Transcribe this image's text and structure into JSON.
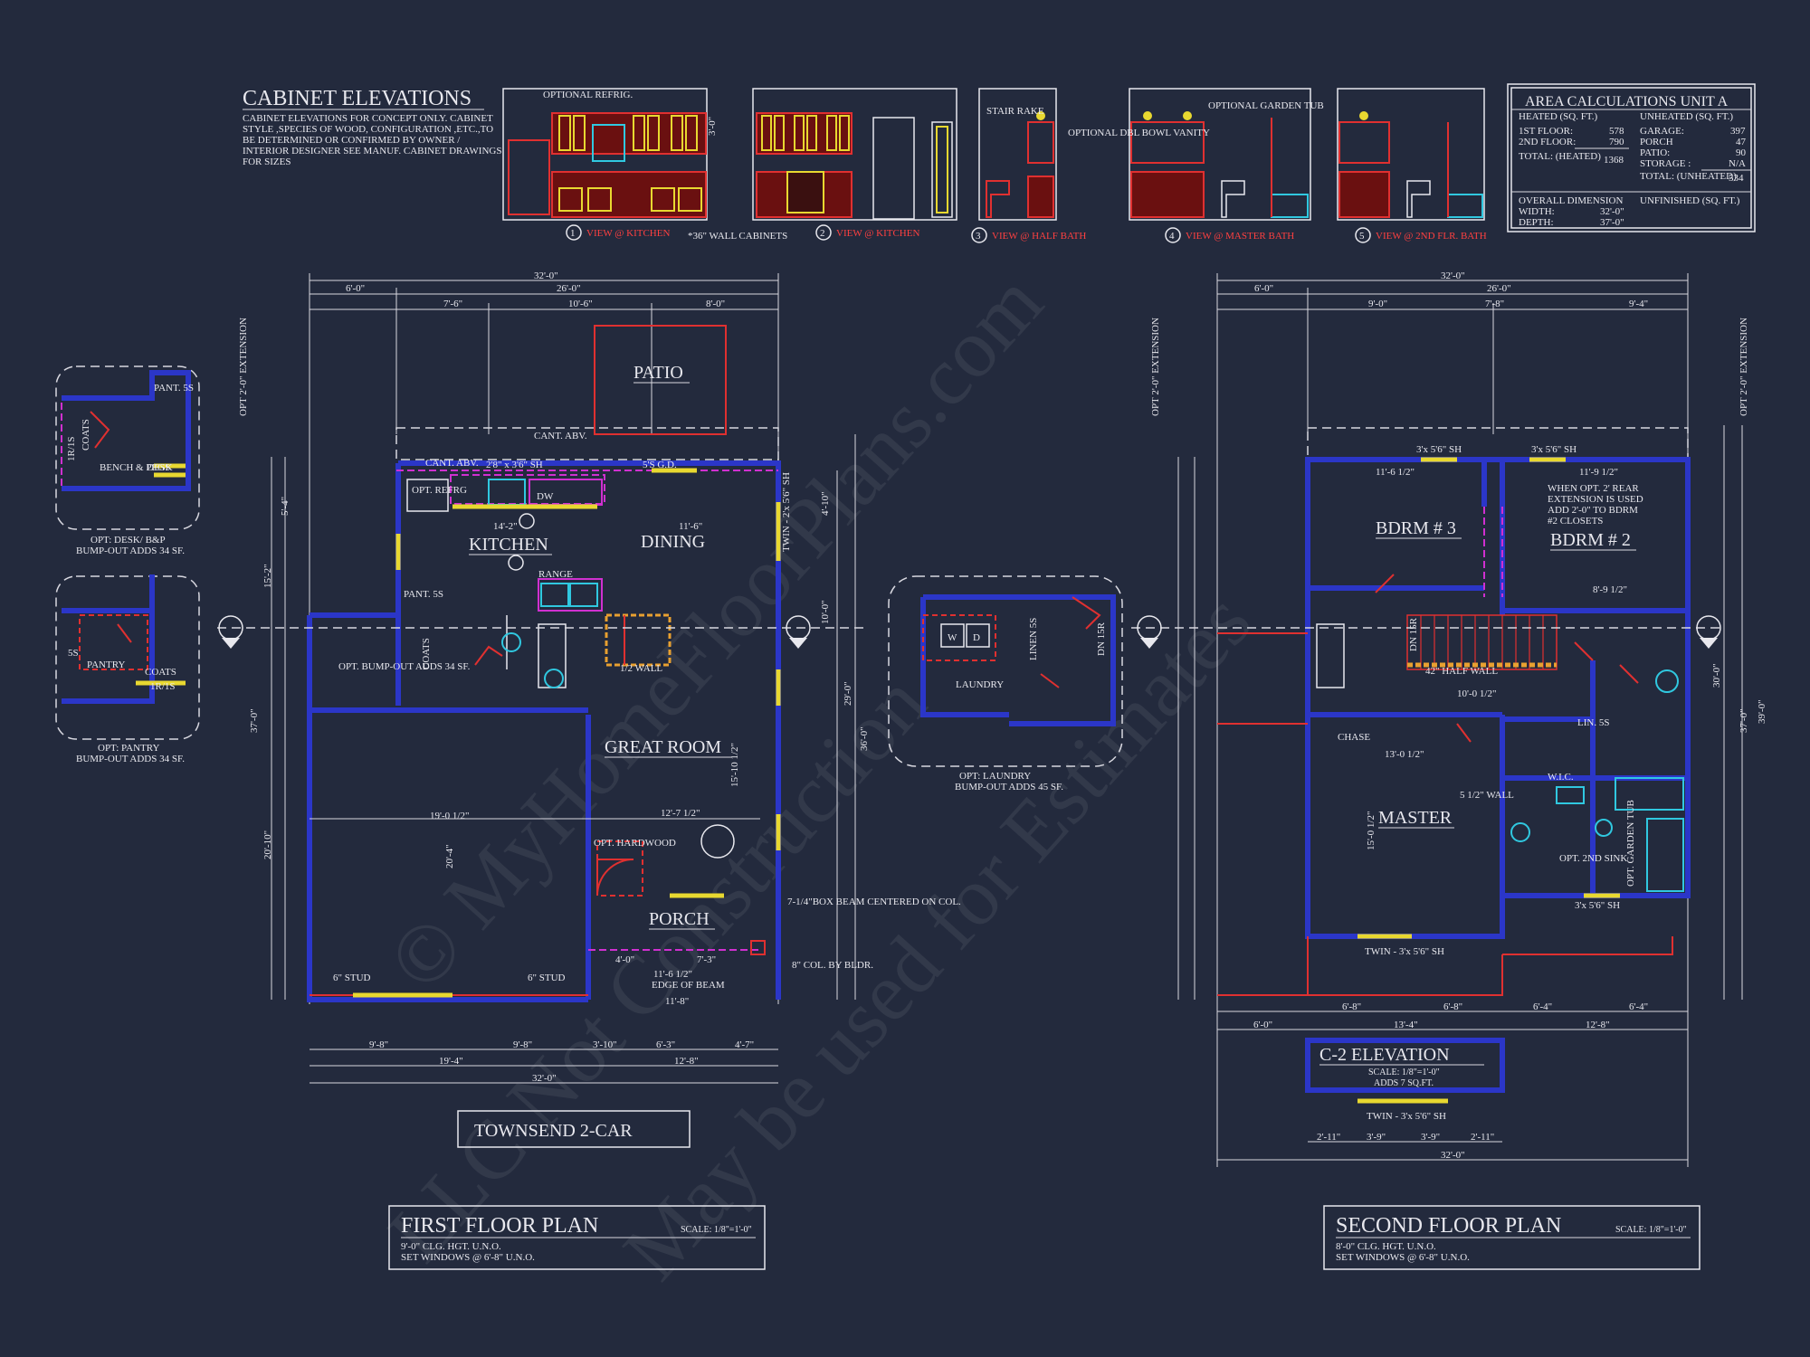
{
  "watermark": {
    "line1": "© MyHomeFloorPlans.com",
    "line2": "LLC Not Construction",
    "line3": "May be used for Estimates"
  },
  "cabinet_elevations": {
    "title": "CABINET ELEVATIONS",
    "notes": [
      "CABINET ELEVATIONS FOR CONCEPT ONLY. CABINET",
      "STYLE ,SPECIES OF WOOD, CONFIGURATION ,ETC.,TO",
      "BE DETERMINED OR CONFIRMED BY OWNER /",
      "INTERIOR DESIGNER SEE MANUF. CABINET DRAWINGS",
      "FOR SIZES"
    ],
    "optional_refrig": "OPTIONAL REFRIG.",
    "wall_cabinets_note": "*36\" WALL CABINETS",
    "stair_rake": "STAIR RAKE",
    "optional_vanity": "OPTIONAL DBL BOWL VANITY",
    "optional_tub": "OPTIONAL GARDEN TUB",
    "views": [
      {
        "num": "1",
        "label": "VIEW @ KITCHEN"
      },
      {
        "num": "2",
        "label": "VIEW @ KITCHEN"
      },
      {
        "num": "3",
        "label": "VIEW @ HALF BATH"
      },
      {
        "num": "4",
        "label": "VIEW @ MASTER BATH"
      },
      {
        "num": "5",
        "label": "VIEW @ 2ND FLR. BATH"
      }
    ]
  },
  "area_calc": {
    "title": "AREA CALCULATIONS UNIT A",
    "heated_head": "HEATED (SQ. FT.)",
    "unheated_head": "UNHEATED (SQ. FT.)",
    "heated_rows": [
      {
        "label": "1ST FLOOR:",
        "value": "578"
      },
      {
        "label": "2ND FLOOR:",
        "value": "790"
      },
      {
        "label": "TOTAL: (HEATED)",
        "value": "1368"
      }
    ],
    "unheated_rows": [
      {
        "label": "GARAGE:",
        "value": "397"
      },
      {
        "label": "PORCH",
        "value": "47"
      },
      {
        "label": "PATIO:",
        "value": "90"
      },
      {
        "label": "STORAGE :",
        "value": "N/A"
      },
      {
        "label": "TOTAL: (UNHEATED)",
        "value": "534"
      }
    ],
    "overall_dim": "OVERALL DIMENSION",
    "width_label": "WIDTH:",
    "width_value": "32'-0\"",
    "depth_label": "DEPTH:",
    "depth_value": "37'-0\"",
    "unfinished": "UNFINISHED (SQ. FT.)"
  },
  "first_floor": {
    "rooms": {
      "patio": "PATIO",
      "kitchen": "KITCHEN",
      "dining": "DINING",
      "great_room": "GREAT ROOM",
      "porch": "PORCH",
      "range": "RANGE",
      "dw": "DW",
      "pant": "PANT. 5S",
      "coats": "COATS",
      "opt_refrg": "OPT. REFRG",
      "opt_hardwood": "OPT. HARDWOOD",
      "bumpout": "OPT. BUMP-OUT ADDS 34 SF.",
      "half_wall": "1/2 WALL",
      "box_beam": "7-1/4\"BOX BEAM CENTERED ON COL.",
      "col_note": "8\" COL. BY BLDR.",
      "edge_beam": "EDGE OF BEAM",
      "stud_left": "6\" STUD",
      "stud_right": "6\" STUD",
      "cant_abv_top": "CANT. ABV.",
      "cant_abv_2": "CANT. ABV.",
      "window_top": "2'8\" x 3'6\" SH",
      "gd": "5'S G.D.",
      "twin_sh": "TWIN - 2'x 5'6\" SH",
      "opt_ext_left": "OPT 2'-0\" EXTENSION"
    },
    "dims_top": [
      "32'-0\"",
      "26'-0\"",
      "6'-0\"",
      "7'-6\"",
      "10'-6\"",
      "8'-0\""
    ],
    "dims_bottom": [
      "9'-8\"",
      "9'-8\"",
      "3'-10\"",
      "6'-3\"",
      "4'-7\"",
      "19'-4\"",
      "12'-8\"",
      "32'-0\""
    ],
    "dims_left": [
      "37'-0\"",
      "15'-2\"",
      "20'-10\"",
      "5'-4\""
    ],
    "dims_right": [
      "29'-0\"",
      "36'-0\"",
      "4'-10\"",
      "10'-0\""
    ],
    "inner_dims": [
      "14'-2\"",
      "11'-6\"",
      "19'-0 1/2\"",
      "12'-7 1/2\"",
      "20'-4\"",
      "15'-10 1/2\"",
      "11'-6 1/2\"",
      "11'-8\"",
      "7'-3\"",
      "4'-0\""
    ]
  },
  "garage_label": "TOWNSEND 2-CAR",
  "first_title": {
    "name": "FIRST FLOOR PLAN",
    "scale": "SCALE: 1/8\"=1'-0\"",
    "note1": "9'-0\" CLG. HGT. U.N.O.",
    "note2": "SET WINDOWS @ 6'-8\" U.N.O."
  },
  "option_desk": {
    "labels": [
      "PANT. 5S",
      "COATS",
      "BENCH & PEGS",
      "DESK",
      "1R/1S"
    ],
    "caption1": "OPT: DESK/ B&P",
    "caption2": "BUMP-OUT ADDS 34 SF."
  },
  "option_pantry": {
    "labels": [
      "PANTRY",
      "COATS",
      "5S",
      "1R/1S"
    ],
    "caption1": "OPT: PANTRY",
    "caption2": "BUMP-OUT ADDS 34 SF."
  },
  "option_laundry": {
    "labels": [
      "LAUNDRY",
      "LINEN 5S",
      "DN 15R",
      "W",
      "D"
    ],
    "caption1": "OPT: LAUNDRY",
    "caption2": "BUMP-OUT ADDS 45 SF."
  },
  "second_floor": {
    "rooms": {
      "bdrm3": "BDRM # 3",
      "bdrm2": "BDRM # 2",
      "master": "MASTER",
      "wic": "W.I.C.",
      "half_wall": "42\" HALF WALL",
      "chase": "CHASE",
      "lin": "LIN. 5S",
      "wall_note": "5 1/2\" WALL",
      "opt_sink": "OPT. 2ND SINK",
      "opt_tub": "OPT. GARDEN TUB",
      "ext_note": "WHEN OPT. 2' REAR EXTENSION IS USED ADD 2'-0\" TO BDRM #2 CLOSETS",
      "twin_bottom": "TWIN - 3'x 5'6\" SH",
      "win_top_left": "3'x 5'6\" SH",
      "win_top_right": "3'x 5'6\" SH",
      "win_master": "3'x 5'6\" SH",
      "opt_ext_left": "OPT 2'-0\" EXTENSION",
      "opt_ext_right": "OPT 2'-0\" EXTENSION",
      "dn": "DN 15R"
    },
    "dims_top": [
      "32'-0\"",
      "26'-0\"",
      "6'-0\"",
      "9'-0\"",
      "7'-8\"",
      "9'-4\""
    ],
    "dims_bottom": [
      "6'-8\"",
      "6'-8\"",
      "6'-4\"",
      "6'-4\"",
      "6'-0\"",
      "13'-4\"",
      "12'-8\""
    ],
    "dims_right": [
      "37'-0\"",
      "39'-0\"",
      "30'-0\""
    ],
    "inner_dims": [
      "11'-6 1/2\"",
      "11'-9 1/2\"",
      "13'-0 1/2\"",
      "15'-0 1/2\"",
      "10'-0 1/2\"",
      "8'-9 1/2\""
    ]
  },
  "c2_elevation": {
    "title": "C-2 ELEVATION",
    "scale": "SCALE: 1/8\"=1'-0\"",
    "adds": "ADDS 7 SQ.FT.",
    "twin": "TWIN - 3'x 5'6\" SH",
    "dims": [
      "2'-11\"",
      "3'-9\"",
      "3'-9\"",
      "2'-11\"",
      "32'-0\""
    ]
  },
  "second_title": {
    "name": "SECOND FLOOR PLAN",
    "scale": "SCALE: 1/8\"=1'-0\"",
    "note1": "8'-0\" CLG. HGT. U.N.O.",
    "note2": "SET WINDOWS @ 6'-8\" U.N.O."
  }
}
